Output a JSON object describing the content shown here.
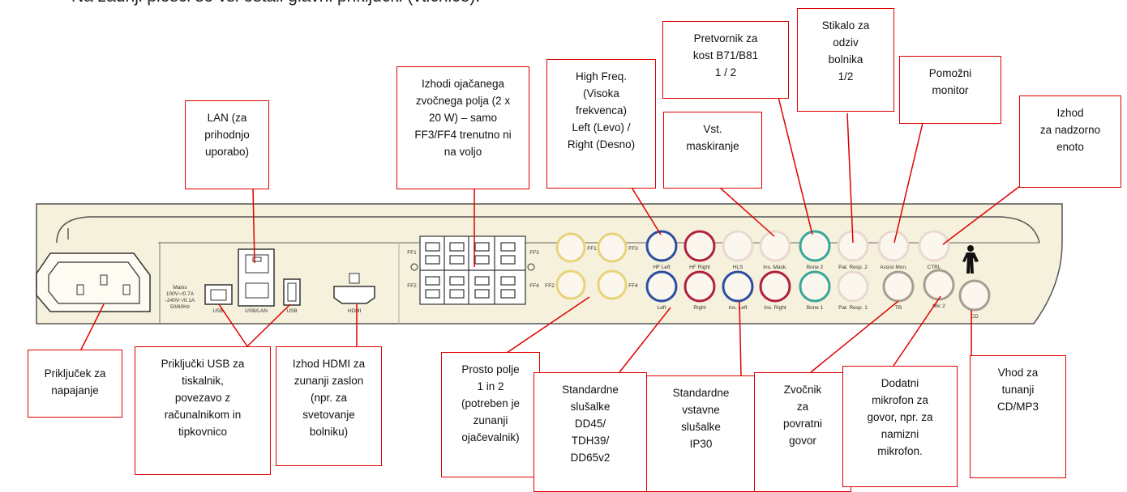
{
  "intro_text": "Na zadnji plošči so vsi ostali glavni priključki (vtičnice).",
  "callouts": [
    {
      "id": "lan",
      "lines": [
        "LAN (za",
        "prihodnjo",
        "uporabo)"
      ]
    },
    {
      "id": "amp",
      "lines": [
        "Izhodi ojačanega",
        "zvočnega polja (2 x",
        "20 W) – samo",
        "FF3/FF4 trenutno ni",
        "na voljo"
      ]
    },
    {
      "id": "hf",
      "lines": [
        "High Freq.",
        "(Visoka",
        "frekvenca)",
        "Left (Levo) /",
        "Right (Desno)"
      ]
    },
    {
      "id": "bone",
      "lines": [
        "Pretvornik za",
        "kost B71/B81",
        "1 / 2"
      ]
    },
    {
      "id": "patresp",
      "lines": [
        "Stikalo za",
        "odziv",
        "bolnika",
        "1/2"
      ]
    },
    {
      "id": "assist",
      "lines": [
        "Pomožni",
        "monitor"
      ]
    },
    {
      "id": "ctrl",
      "lines": [
        "Izhod",
        "za nadzorno",
        "enoto"
      ]
    },
    {
      "id": "insmask",
      "lines": [
        "Vst.",
        "maskiranje"
      ]
    },
    {
      "id": "power",
      "lines": [
        "Priključek za",
        "napajanje"
      ]
    },
    {
      "id": "usb",
      "lines": [
        "Priključki USB za",
        "tiskalnik,",
        "povezavo z",
        "računalnikom  in",
        "tipkovnico"
      ]
    },
    {
      "id": "hdmi",
      "lines": [
        "Izhod HDMI za",
        "zunanji zaslon",
        "(npr. za",
        "svetovanje",
        "bolniku)"
      ]
    },
    {
      "id": "freefield",
      "lines": [
        "Prosto polje",
        "1 in 2",
        "(potreben je",
        "zunanji",
        "ojačevalnik)"
      ]
    },
    {
      "id": "headphones",
      "lines": [
        "Standardne",
        "slušalke",
        "DD45/",
        "TDH39/",
        "DD65v2"
      ]
    },
    {
      "id": "insert",
      "lines": [
        "Standardne",
        "vstavne",
        "slušalke",
        "IP30"
      ]
    },
    {
      "id": "talkback",
      "lines": [
        "Zvočnik",
        "za",
        "povratni",
        "govor"
      ]
    },
    {
      "id": "mic2",
      "lines": [
        "Dodatni",
        "mikrofon za",
        "govor, npr. za",
        "namizni",
        "mikrofon."
      ]
    },
    {
      "id": "cd",
      "lines": [
        "Vhod za",
        "tunanji",
        "CD/MP3"
      ]
    }
  ],
  "panel_labels": {
    "mains": [
      "Mains",
      "100V~/0.7A",
      "-240V~/0.1A",
      "50/60Hz"
    ],
    "usb": "USB",
    "usb_lan": "USB/LAN",
    "usb2": "USB",
    "hdmi": "HDMI",
    "ff1": "FF1",
    "ff2": "FF2",
    "ff3": "FF3",
    "ff4": "FF4",
    "ff3_jack": "FF3",
    "ff4_jack": "FF4",
    "hf_left": "HF Left",
    "hf_right": "HF Right",
    "hls": "HLS",
    "ins_mask": "Ins. Mask.",
    "bone2": "Bone 2",
    "pat_resp2": "Pat. Resp. 2",
    "assist_mon": "Assist Mon.",
    "ctrl": "CTRL",
    "left": "Left",
    "right": "Right",
    "ins_left": "Ins. Left",
    "ins_right": "Ins. Right",
    "bone1": "Bone 1",
    "pat_resp1": "Pat. Resp. 1",
    "tb": "TB",
    "mic2": "Mic 2",
    "cd": "CD"
  },
  "colors": {
    "callout_border": "#e00000",
    "panel_fill": "#f6f1dc",
    "panel_stroke": "#444444",
    "ff_ring": "#e8d37a",
    "blue_ring": "#2b4ea0",
    "red_ring": "#b0203c",
    "teal_ring": "#3aa69a",
    "gray_ring": "#a79c92",
    "faint_ring": "#e9d8cf"
  }
}
